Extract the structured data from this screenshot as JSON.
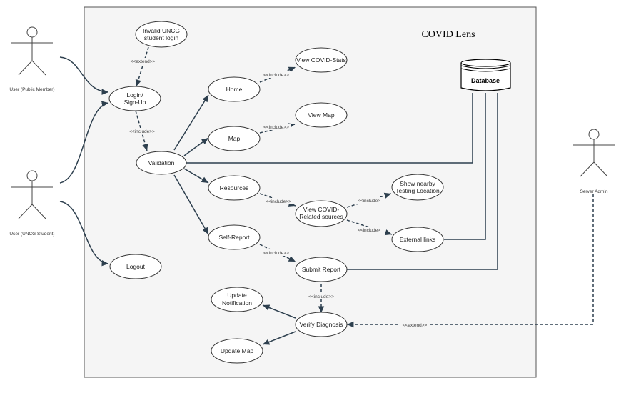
{
  "system": {
    "title": "COVID Lens"
  },
  "actors": {
    "public": "User (Public Member)",
    "student": "User (UNCG Student)",
    "admin": "Server Admin"
  },
  "use_cases": {
    "invalid_login": [
      "Invalid UNCG",
      "student login"
    ],
    "login": [
      "Login/",
      "Sign-Up"
    ],
    "validation": [
      "Validation"
    ],
    "logout": [
      "Logout"
    ],
    "home": [
      "Home"
    ],
    "view_stats": [
      "View COVID-Stats"
    ],
    "map": [
      "Map"
    ],
    "view_map": [
      "View Map"
    ],
    "resources": [
      "Resources"
    ],
    "related_sources": [
      "View COVID-",
      "Related sources"
    ],
    "testing_location": [
      "Show nearby",
      "Testing Location"
    ],
    "external_links": [
      "External links"
    ],
    "self_report": [
      "Self-Report"
    ],
    "submit_report": [
      "Submit Report"
    ],
    "update_notification": [
      "Update",
      "Notification"
    ],
    "verify_diagnosis": [
      "Verify Diagnosis"
    ],
    "update_map": [
      "Update Map"
    ]
  },
  "database": {
    "label": "Database"
  },
  "stereotypes": {
    "extend": "<<extend>>",
    "include": "<<include>>",
    "include_short": "<<include>"
  },
  "colors": {
    "line": "#2d3f4e",
    "boundary_fill": "#f5f5f5",
    "boundary_stroke": "#555555"
  }
}
